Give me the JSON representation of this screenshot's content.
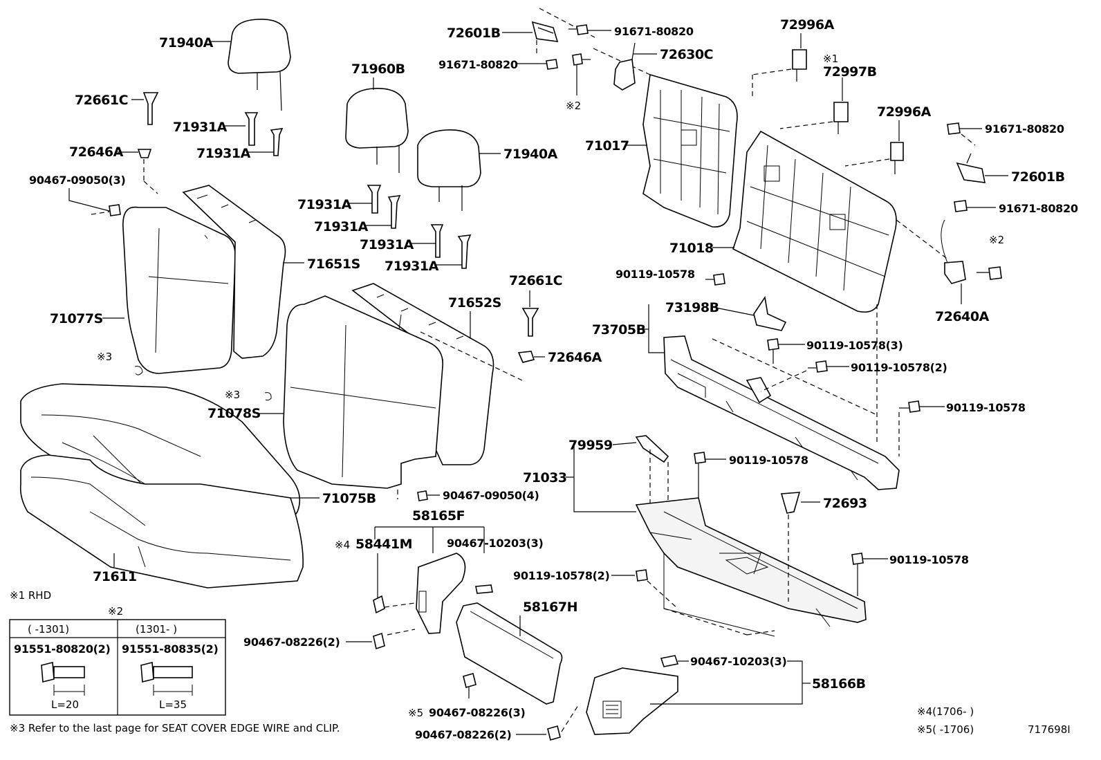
{
  "labels": {
    "p71940A_top": "71940A",
    "p72661C_left": "72661C",
    "p71931A_1": "71931A",
    "p71931A_2": "71931A",
    "p72646A_left": "72646A",
    "p90467_09050_3": "90467-09050(3)",
    "p71077S": "71077S",
    "p71651S": "71651S",
    "p71960B": "71960B",
    "p71940A_mid": "71940A",
    "p71931A_3": "71931A",
    "p71931A_4": "71931A",
    "p71931A_5": "71931A",
    "p71931A_6": "71931A",
    "p72601B_top": "72601B",
    "p91671_80820_a": "91671-80820",
    "p91671_80820_b": "91671-80820",
    "p72630C": "72630C",
    "p72996A_top": "72996A",
    "p72997B": "72997B",
    "p72996A_mid": "72996A",
    "p71017": "71017",
    "p91671_80820_c": "91671-80820",
    "p72601B_right": "72601B",
    "p91671_80820_d": "91671-80820",
    "p71018": "71018",
    "p90119_10578_a": "90119-10578",
    "p72640A": "72640A",
    "p72661C_mid": "72661C",
    "p71652S": "71652S",
    "p72646A_mid": "72646A",
    "p73198B": "73198B",
    "p73705B": "73705B",
    "p90119_10578_3": "90119-10578(3)",
    "p90119_10578_2a": "90119-10578(2)",
    "p90119_10578_b": "90119-10578",
    "p71078S": "71078S",
    "p79959": "79959",
    "p90119_10578_c": "90119-10578",
    "p71033": "71033",
    "p72693": "72693",
    "p71075B": "71075B",
    "p90467_09050_4": "90467-09050(4)",
    "p58165F": "58165F",
    "p58441M": "58441M",
    "p90467_10203_3a": "90467-10203(3)",
    "p90119_10578_d": "90119-10578",
    "p90119_10578_2b": "90119-10578(2)",
    "p71611": "71611",
    "p58167H": "58167H",
    "p90467_08226_2a": "90467-08226(2)",
    "p90467_10203_3b": "90467-10203(3)",
    "p58166B": "58166B",
    "p90467_08226_3": "90467-08226(3)",
    "p90467_08226_2b": "90467-08226(2)"
  },
  "marks": {
    "m1": "※1",
    "m2a": "※2",
    "m2b": "※2",
    "m3a": "※3",
    "m3b": "※3",
    "m4": "※4",
    "m5": "※5"
  },
  "notes": {
    "rhd": "※1  RHD",
    "table_title": "※2",
    "col1_range": "(    -1301)",
    "col2_range": "(1301-    )",
    "col1_part": "91551-80820(2)",
    "col2_part": "91551-80835(2)",
    "col1_len": "L=20",
    "col2_len": "L=35",
    "note3": "※3  Refer to the last page for SEAT COVER EDGE WIRE and CLIP.",
    "note4": "※4(1706-    )",
    "note5": "※5(    -1706)",
    "ref": "717698I"
  }
}
